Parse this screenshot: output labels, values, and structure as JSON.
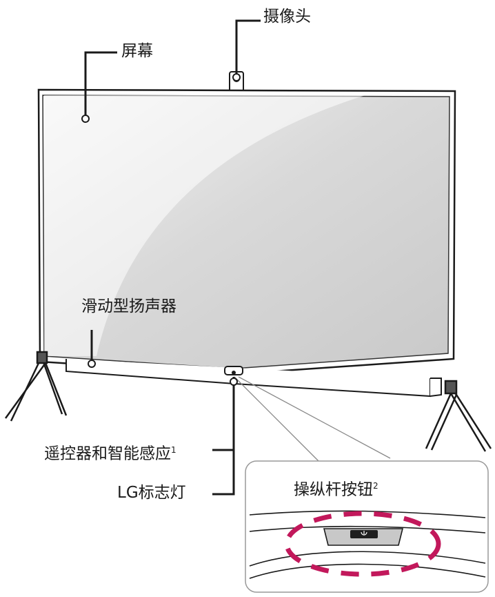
{
  "labels": {
    "camera": "摄像头",
    "screen": "屏幕",
    "speaker": "滑动型扬声器",
    "remote_sensor": "遥控器和智能感应",
    "remote_sensor_note": "1",
    "logo_light": "LG标志灯",
    "joystick": "操纵杆按钮",
    "joystick_note": "2"
  },
  "colors": {
    "line": "#1a1a1a",
    "dash_ring": "#c2185b",
    "power_button": "#1f1f1f",
    "panel_fill": "#d4d4d4"
  }
}
